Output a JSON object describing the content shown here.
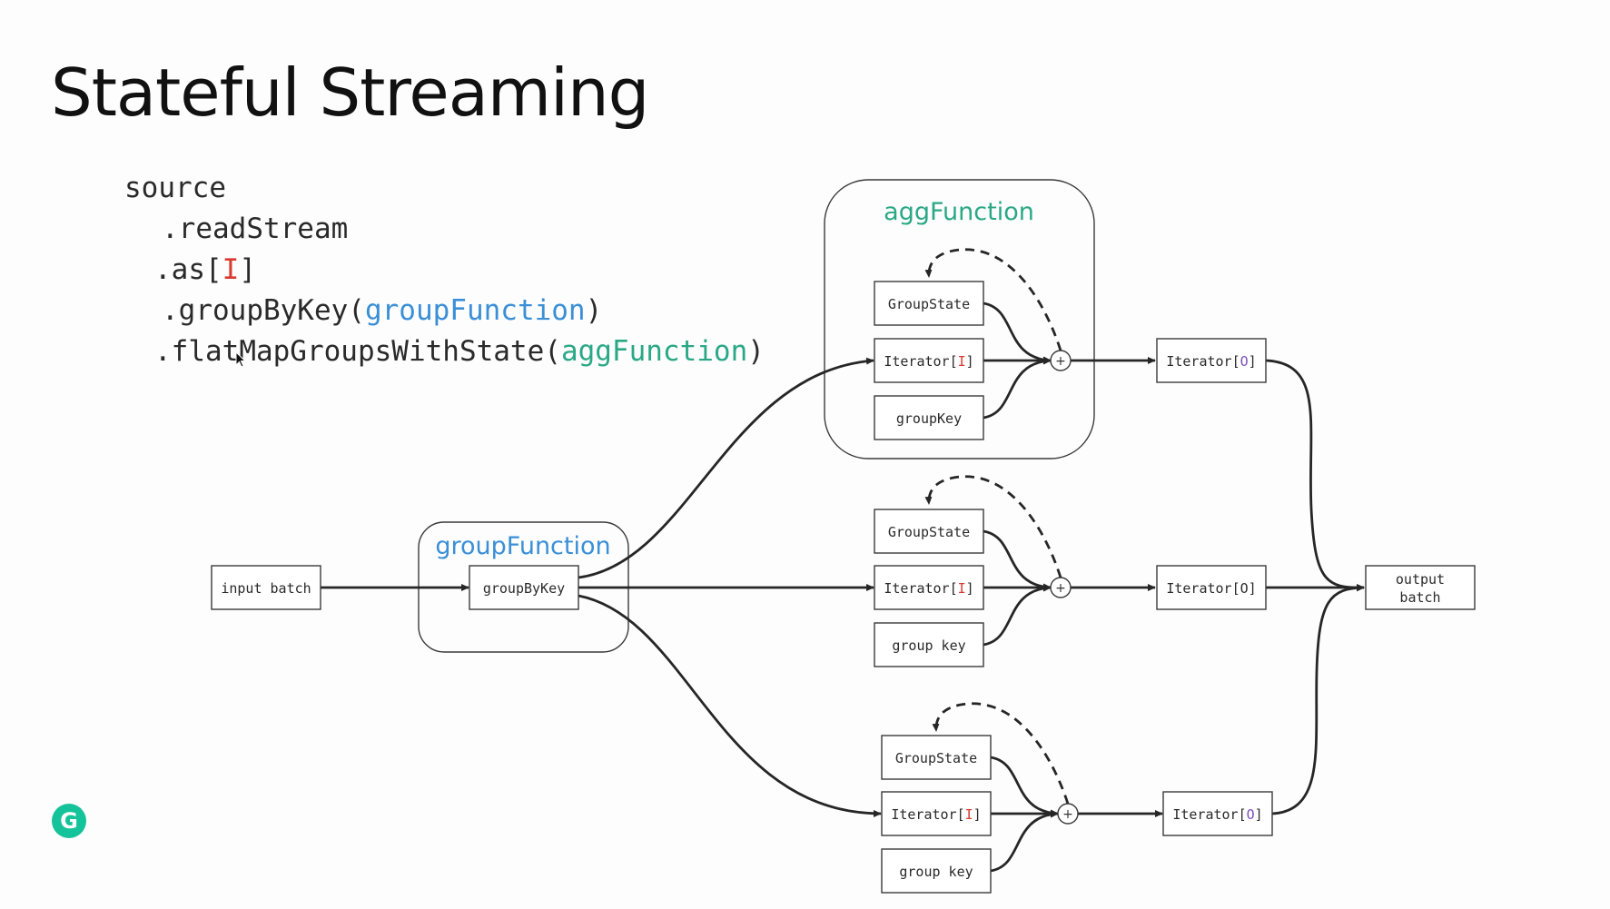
{
  "slide": {
    "title": "Stateful Streaming"
  },
  "code": {
    "line1": "source",
    "line2": ".readStream",
    "line3_prefix": ".as[",
    "line3_type": "I",
    "line3_suffix": "]",
    "line4_prefix": ".groupByKey(",
    "line4_arg": "groupFunction",
    "line4_suffix": ")",
    "line5_prefix": ".flatMapGroupsWithState(",
    "line5_arg": "aggFunction",
    "line5_suffix": ")"
  },
  "diagram": {
    "input": "input batch",
    "group_container_label": "groupFunction",
    "group_node": "groupByKey",
    "agg_container_label": "aggFunction",
    "rows": [
      {
        "state": "GroupState",
        "iter_prefix": "Iterator[",
        "iter_type": "I",
        "iter_suffix": "]",
        "key": "groupKey",
        "out_prefix": "Iterator[",
        "out_type": "O",
        "out_suffix": "]"
      },
      {
        "state": "GroupState",
        "iter_prefix": "Iterator[",
        "iter_type": "I",
        "iter_suffix": "]",
        "key": "group key",
        "out_prefix": "Iterator[",
        "out_type": "O",
        "out_suffix": "]"
      },
      {
        "state": "GroupState",
        "iter_prefix": "Iterator[",
        "iter_type": "I",
        "iter_suffix": "]",
        "key": "group key",
        "out_prefix": "Iterator[",
        "out_type": "O",
        "out_suffix": "]"
      }
    ],
    "combine_symbol": "+",
    "output_line1": "output",
    "output_line2": "batch"
  },
  "colors": {
    "type_param_red": "#d93a32",
    "output_type_purple": "#7b4fb8",
    "group_function_blue": "#3a8fd6",
    "agg_function_green": "#2aa886",
    "grammarly_green": "#15c39a"
  },
  "icons": {
    "grammarly": "grammarly-icon",
    "cursor": "mouse-pointer-icon"
  },
  "grammarly_letter": "G"
}
